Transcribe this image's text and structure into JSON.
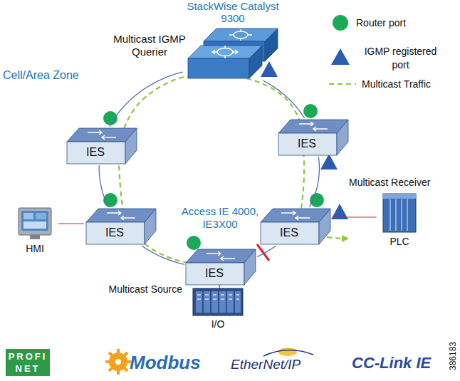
{
  "diagram": {
    "nodes": [
      {
        "text": [
          "StackWise Catalyst 9300"
        ]
      },
      {
        "text": [
          "IES"
        ]
      },
      {
        "text": [
          "IES"
        ]
      },
      {
        "text": [
          "IES"
        ]
      },
      {
        "text": [
          "IES"
        ]
      },
      {
        "text": [
          "IES"
        ]
      },
      {
        "text": [
          "HMI"
        ]
      },
      {
        "text": [
          "PLC"
        ]
      },
      {
        "text": [
          "I/O"
        ]
      }
    ],
    "edges": [
      {
        "from": 0,
        "to": 1,
        "arrow": "none"
      },
      {
        "from": 1,
        "to": 3,
        "arrow": "none"
      },
      {
        "from": 3,
        "to": 5,
        "arrow": "none"
      },
      {
        "from": 5,
        "to": 4,
        "arrow": "none"
      },
      {
        "from": 4,
        "to": 2,
        "arrow": "none"
      },
      {
        "from": 2,
        "to": 0,
        "arrow": "none"
      },
      {
        "from": 3,
        "to": 6,
        "arrow": "none"
      },
      {
        "from": 4,
        "to": 7,
        "arrow": "none"
      },
      {
        "from": 5,
        "to": 8,
        "arrow": "none"
      }
    ],
    "labels": [
      "Multicast IGMP Querier",
      "Cell/Area Zone",
      "Access IE 4000, IE3X00",
      "Multicast Receiver",
      "Multicast Source",
      "PROFI NET",
      "Modbus",
      "EtherNet/IP",
      "CC-Link IE",
      "386183"
    ],
    "legend": [
      {
        "text": "Router port"
      },
      {
        "text": "IGMP registered port"
      },
      {
        "text": "Multicast Traffic"
      }
    ]
  }
}
